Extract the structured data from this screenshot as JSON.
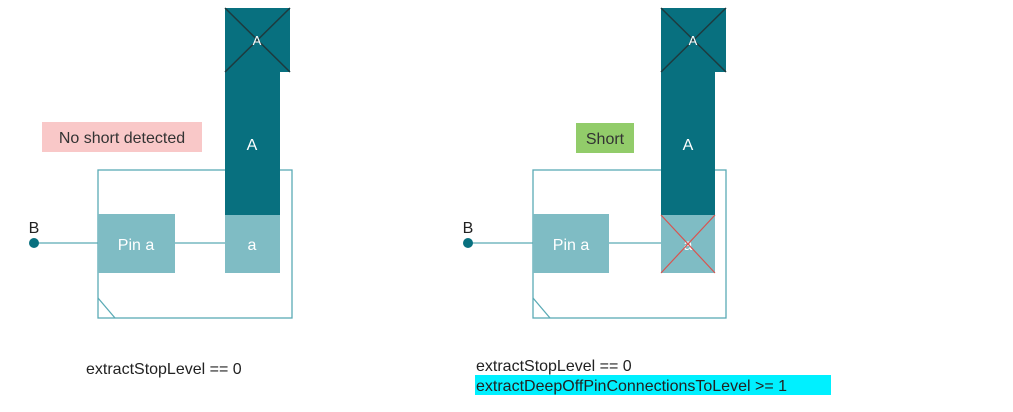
{
  "colors": {
    "dark_teal": "#08707f",
    "light_teal": "#7fbcc4",
    "outline": "#5aaab5",
    "pink_badge": "#f9c8c8",
    "green_badge": "#92cc6a",
    "highlight": "#00f0ff",
    "red_cross": "#d9534f"
  },
  "left": {
    "status": "No short detected",
    "net_label": "B",
    "pin_label": "Pin a",
    "shape_label_top": "A",
    "shape_label_bottom": "a",
    "top_marker": "A",
    "condition_1": "extractStopLevel == 0"
  },
  "right": {
    "status": "Short",
    "net_label": "B",
    "pin_label": "Pin a",
    "shape_label_top": "A",
    "shape_label_bottom": "a",
    "top_marker": "A",
    "condition_1": "extractStopLevel == 0",
    "condition_2": "extractDeepOffPinConnectionsToLevel >= 1"
  }
}
